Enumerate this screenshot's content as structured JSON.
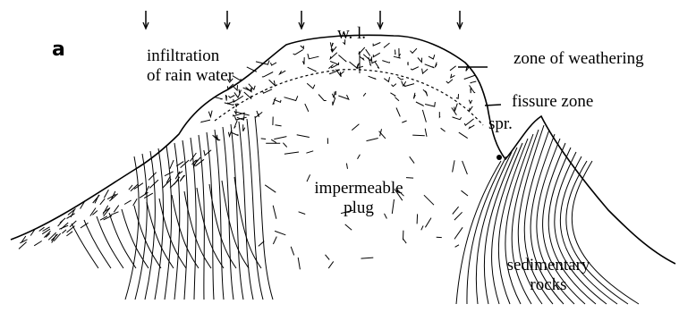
{
  "figure": {
    "panel_letter": "a",
    "labels": {
      "water_level": "w. l.",
      "infiltration_line1": "infiltration",
      "infiltration_line2": "of rain water",
      "zone_weathering": "zone of weathering",
      "fissure_zone": "fissure zone",
      "spring": "spr.",
      "plug_line1": "impermeable",
      "plug_line2": "plug",
      "sedimentary_line1": "sedimentary",
      "sedimentary_line2": "rocks"
    },
    "rain_arrow_count": 5,
    "colors": {
      "ink": "#000000",
      "background": "#ffffff"
    }
  }
}
